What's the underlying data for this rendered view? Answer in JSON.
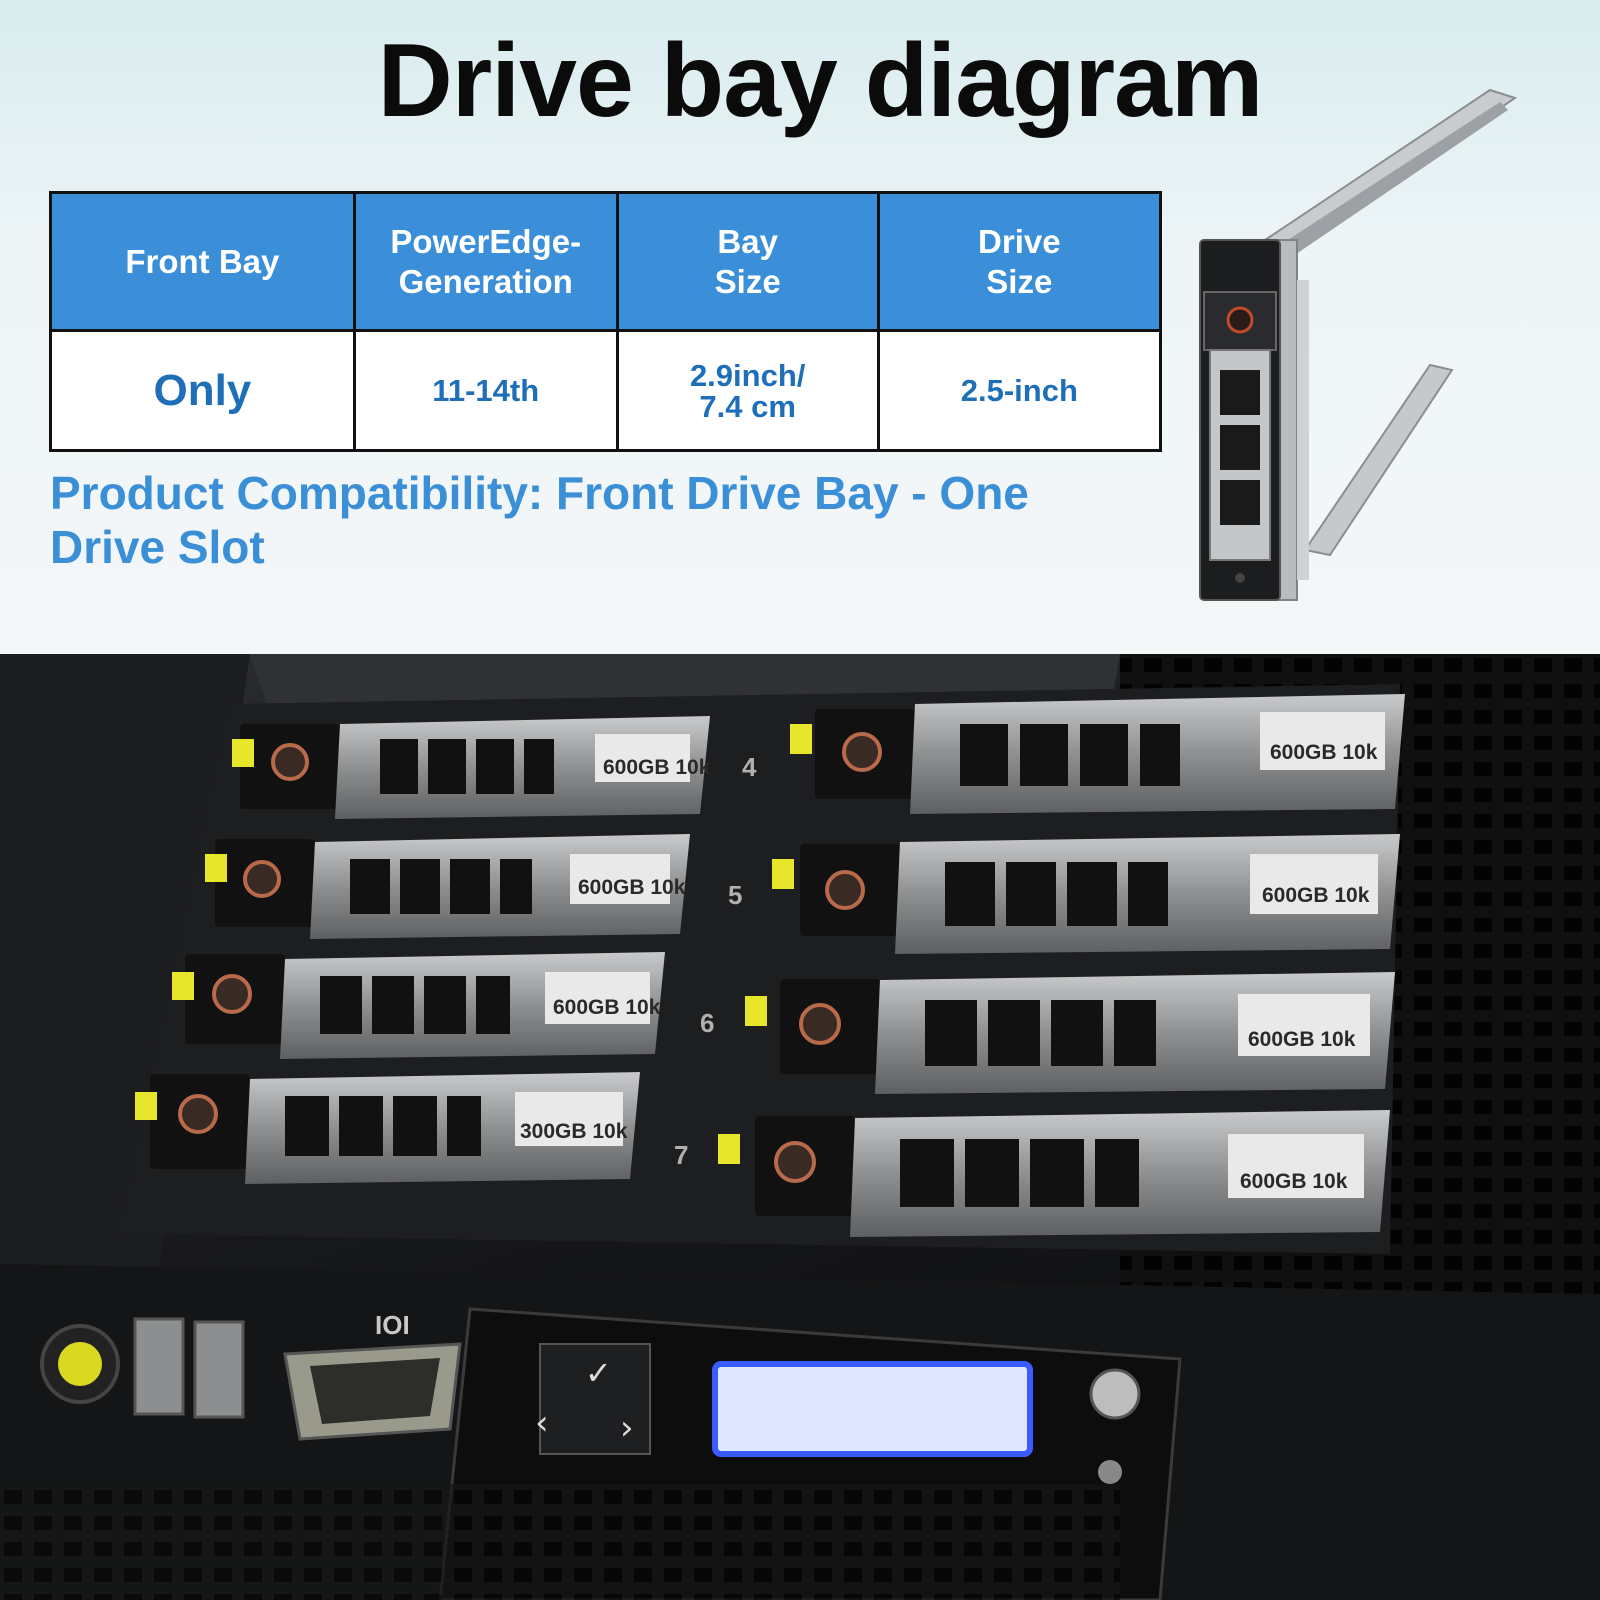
{
  "title": "Drive bay diagram",
  "table": {
    "headers": [
      "Front Bay",
      "PowerEdge-Generation",
      "Bay Size",
      "Drive Size"
    ],
    "header_lines": [
      [
        "Front Bay"
      ],
      [
        "PowerEdge-",
        "Generation"
      ],
      [
        "Bay",
        "Size"
      ],
      [
        "Drive",
        "Size"
      ]
    ],
    "row": [
      "Only",
      "11-14th",
      "2.9inch/\n7.4 cm",
      "2.5-inch"
    ],
    "row_lines": [
      [
        "Only"
      ],
      [
        "11-14th"
      ],
      [
        "2.9inch/",
        "7.4 cm"
      ],
      [
        "2.5-inch"
      ]
    ]
  },
  "compatibility_text": "Product Compatibility: Front Drive Bay - One Drive Slot",
  "photo": {
    "drive_labels_left": [
      "600GB 10k",
      "600GB 10k",
      "600GB 10k",
      "300GB 10k"
    ],
    "drive_labels_right": [
      "600GB 10k",
      "600GB 10k",
      "600GB 10k",
      "600GB 10k"
    ],
    "bay_numbers": [
      "4",
      "5",
      "6",
      "7"
    ],
    "vga_label": "IOI",
    "panel_icons": [
      "check-icon",
      "chevron-left-icon",
      "chevron-right-icon"
    ]
  },
  "colors": {
    "header_blue": "#3b8fd8",
    "text_blue": "#1e6fb8",
    "compat_blue": "#3a8fd6",
    "lcd_blue": "#dfe8ff",
    "led_yellow": "#e8e62a"
  }
}
